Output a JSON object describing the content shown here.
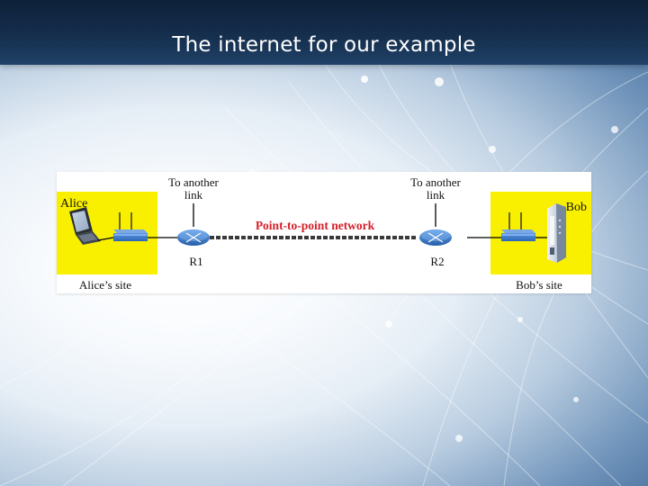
{
  "slide": {
    "title": "The internet for our example"
  },
  "diagram": {
    "left_site": {
      "person": "Alice",
      "caption": "Alice’s site"
    },
    "right_site": {
      "person": "Bob",
      "caption": "Bob’s site"
    },
    "routers": [
      {
        "name": "R1",
        "label_line1": "To another",
        "label_line2": "link"
      },
      {
        "name": "R2",
        "label_line1": "To another",
        "label_line2": "link"
      }
    ],
    "network_label": "Point-to-point network",
    "colors": {
      "site_fill": "#f9f000",
      "network_text": "#d4202b",
      "router_fill": "#2f74c8",
      "switch_fill": "#3f7fd0"
    }
  }
}
